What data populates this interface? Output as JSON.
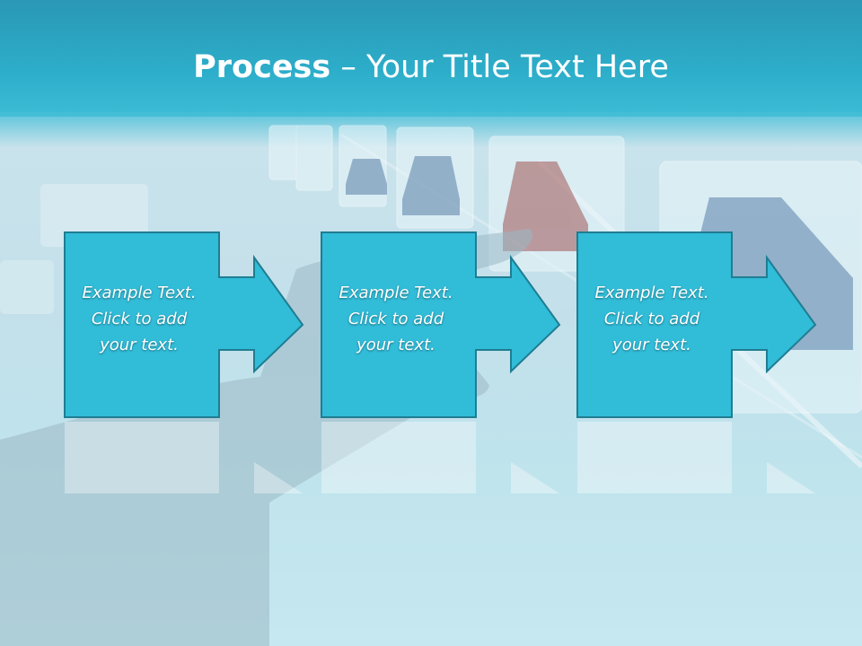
{
  "slide": {
    "title_bold": "Process",
    "title_rest": " – Your Title Text Here"
  },
  "steps": [
    {
      "line1": "Example Text.",
      "line2": "Click  to add",
      "line3": "your text."
    },
    {
      "line1": "Example Text.",
      "line2": "Click  to add",
      "line3": "your text."
    },
    {
      "line1": "Example Text.",
      "line2": "Click  to add",
      "line3": "your text."
    }
  ],
  "colors": {
    "title_bar": "#2aa6c4",
    "box_fill": "#31bcd8",
    "box_stroke": "#1f7d92",
    "background": "#c4e0ea"
  }
}
